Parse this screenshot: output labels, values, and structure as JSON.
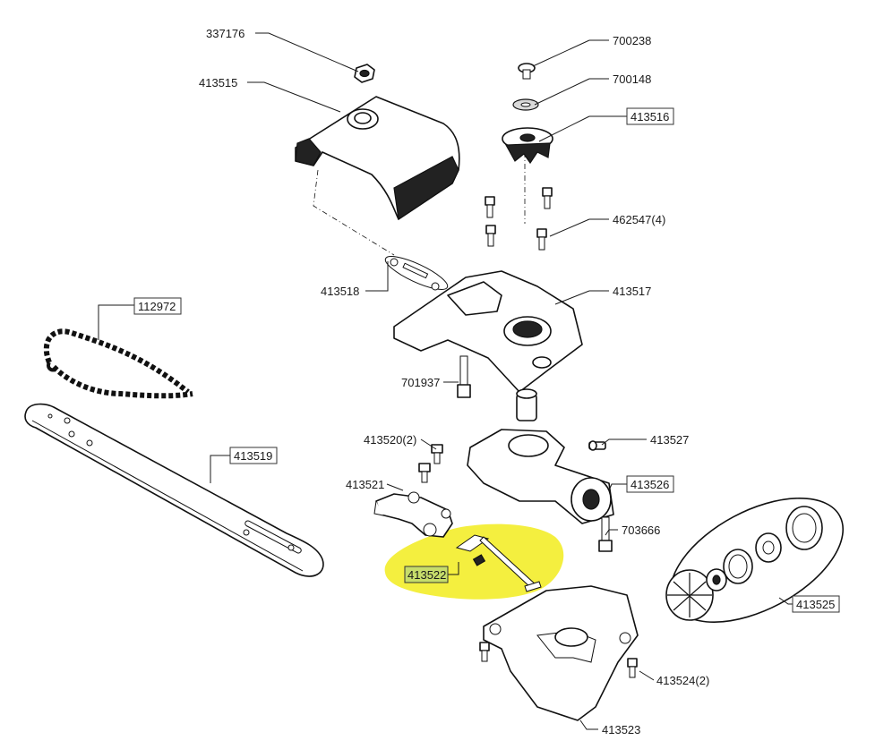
{
  "colors": {
    "highlight": "#f4ef3f",
    "line": "#111111",
    "highlight_box": "#c7dd6b"
  },
  "labels": {
    "p337176": "337176",
    "p413515": "413515",
    "p700238": "700238",
    "p700148": "700148",
    "p413516": "413516",
    "p462547": "462547(4)",
    "p413518": "413518",
    "p413517": "413517",
    "p112972": "112972",
    "p701937": "701937",
    "p413520": "413520(2)",
    "p413527": "413527",
    "p413519": "413519",
    "p413521": "413521",
    "p413526": "413526",
    "p703666": "703666",
    "p413522": "413522",
    "p413525": "413525",
    "p413524": "413524(2)",
    "p413523": "413523"
  }
}
